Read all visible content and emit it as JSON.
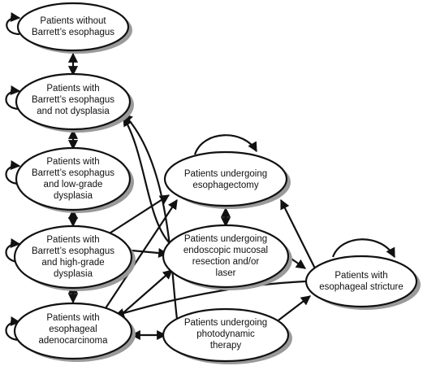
{
  "nodes": [
    {
      "id": "no_barretts",
      "lines": [
        "Patients without",
        "Barrett’s esophagus"
      ]
    },
    {
      "id": "barretts_no_dysplasia",
      "lines": [
        "Patients with",
        "Barrett’s esophagus",
        "and not dysplasia"
      ]
    },
    {
      "id": "barretts_lgd",
      "lines": [
        "Patients with",
        "Barrett’s esophagus",
        "and low-grade",
        "dysplasia"
      ]
    },
    {
      "id": "barretts_hgd",
      "lines": [
        "Patients with",
        "Barrett’s esophagus",
        "and high-grade",
        "dysplasia"
      ]
    },
    {
      "id": "adenocarcinoma",
      "lines": [
        "Patients with",
        "esophageal",
        "adenocarcinoma"
      ]
    },
    {
      "id": "esophagectomy",
      "lines": [
        "Patients undergoing",
        "esophagectomy"
      ]
    },
    {
      "id": "emr_laser",
      "lines": [
        "Patients undergoing",
        "endoscopic mucosal",
        "resection and/or",
        "laser"
      ]
    },
    {
      "id": "pdt",
      "lines": [
        "Patients undergoing",
        "photodynamic",
        "therapy"
      ]
    },
    {
      "id": "stricture",
      "lines": [
        "Patients with",
        "esophageal stricture"
      ]
    }
  ],
  "edges": [
    {
      "from": "no_barretts",
      "to": "no_barretts",
      "kind": "self"
    },
    {
      "from": "barretts_no_dysplasia",
      "to": "barretts_no_dysplasia",
      "kind": "self"
    },
    {
      "from": "barretts_lgd",
      "to": "barretts_lgd",
      "kind": "self"
    },
    {
      "from": "barretts_hgd",
      "to": "barretts_hgd",
      "kind": "self"
    },
    {
      "from": "adenocarcinoma",
      "to": "adenocarcinoma",
      "kind": "self"
    },
    {
      "from": "esophagectomy",
      "to": "esophagectomy",
      "kind": "self"
    },
    {
      "from": "stricture",
      "to": "stricture",
      "kind": "self"
    },
    {
      "from": "no_barretts",
      "to": "barretts_no_dysplasia",
      "kind": "bidirectional"
    },
    {
      "from": "barretts_no_dysplasia",
      "to": "barretts_lgd",
      "kind": "bidirectional"
    },
    {
      "from": "barretts_lgd",
      "to": "barretts_hgd",
      "kind": "bidirectional"
    },
    {
      "from": "barretts_hgd",
      "to": "adenocarcinoma",
      "kind": "bidirectional"
    },
    {
      "from": "esophagectomy",
      "to": "emr_laser",
      "kind": "bidirectional"
    },
    {
      "from": "adenocarcinoma",
      "to": "pdt",
      "kind": "bidirectional"
    },
    {
      "from": "barretts_hgd",
      "to": "esophagectomy",
      "kind": "directed"
    },
    {
      "from": "adenocarcinoma",
      "to": "esophagectomy",
      "kind": "directed"
    },
    {
      "from": "adenocarcinoma",
      "to": "emr_laser",
      "kind": "directed"
    },
    {
      "from": "barretts_hgd",
      "to": "emr_laser",
      "kind": "directed"
    },
    {
      "from": "emr_laser",
      "to": "barretts_no_dysplasia",
      "kind": "directed"
    },
    {
      "from": "pdt",
      "to": "barretts_no_dysplasia",
      "kind": "directed"
    },
    {
      "from": "stricture",
      "to": "esophagectomy",
      "kind": "directed"
    },
    {
      "from": "emr_laser",
      "to": "stricture",
      "kind": "directed"
    },
    {
      "from": "pdt",
      "to": "stricture",
      "kind": "directed"
    },
    {
      "from": "stricture",
      "to": "adenocarcinoma",
      "kind": "directed"
    }
  ]
}
